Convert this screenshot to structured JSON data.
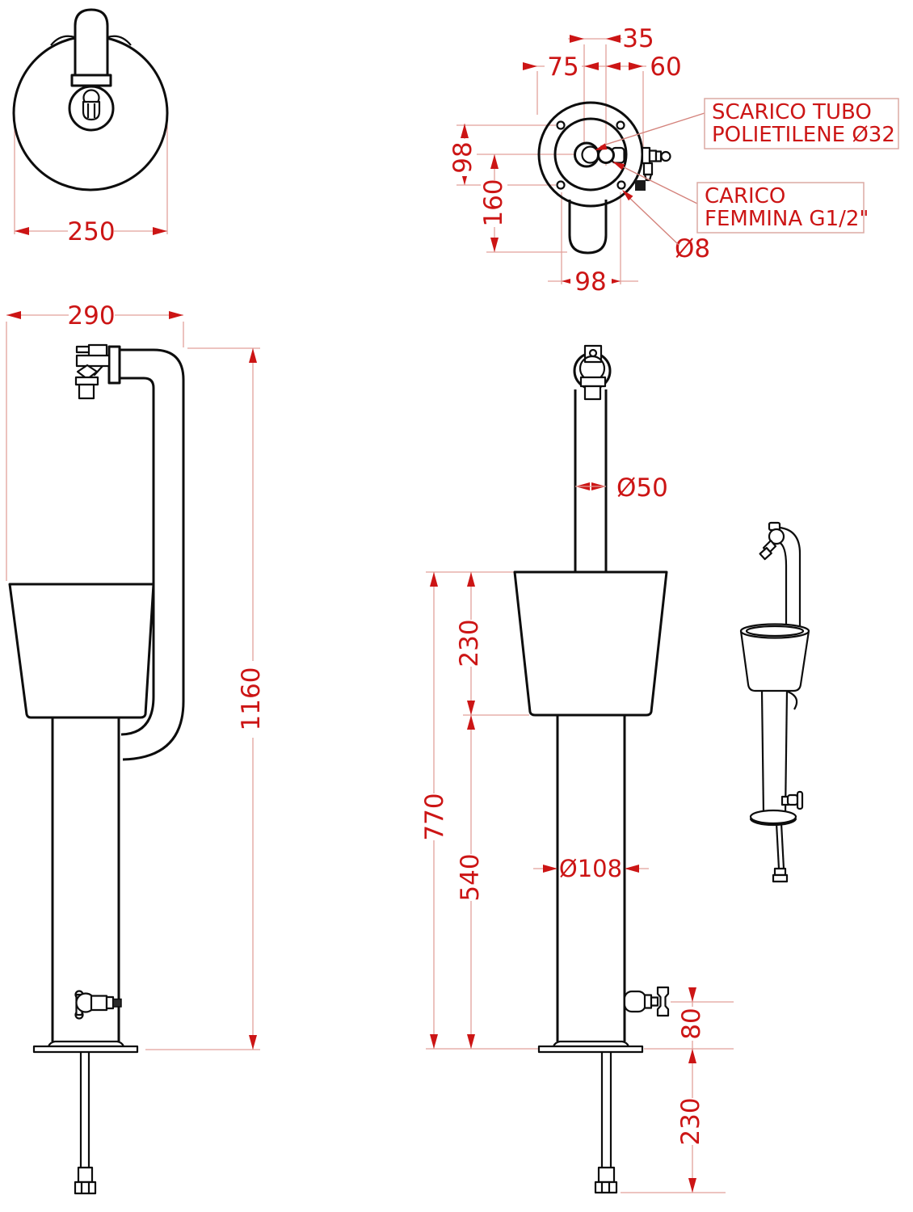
{
  "drawing": {
    "colors": {
      "ink": "#0d0d0d",
      "dimension_red": "#cc1515",
      "construction_pink": "#e2a19b",
      "leader_pink": "#d4837c"
    },
    "top_view_basin": {
      "diameter": "250"
    },
    "top_view_flange": {
      "offset_center": "35",
      "offset_left": "75",
      "offset_right": "60",
      "bolt_spacing_vertical": "98",
      "drain_extent": "160",
      "bolt_spacing_horizontal": "98",
      "bolt_hole_diameter": "Ø8",
      "callout_drain_line1": "SCARICO TUBO",
      "callout_drain_line2": "POLIETILENE Ø32",
      "callout_inlet_line1": "CARICO",
      "callout_inlet_line2": "FEMMINA G1/2\""
    },
    "front_view": {
      "width": "290",
      "height": "1160"
    },
    "side_view": {
      "pipe_diameter": "Ø50",
      "basin_height": "230",
      "body_height": "770",
      "column_height": "540",
      "column_diameter": "Ø108",
      "valve_height": "80",
      "underground_depth": "230"
    }
  }
}
